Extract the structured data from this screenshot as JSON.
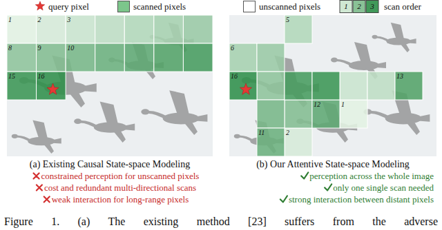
{
  "diagram": {
    "caption": "Figure 1. (a) The existing method [23] suffers from the adverse",
    "labels": [
      "1",
      "2",
      "3",
      "1",
      "2",
      "3",
      "8",
      "9",
      "10",
      "15",
      "16",
      "5",
      "6",
      "16",
      "13",
      "12",
      "1",
      "11",
      "2",
      "(a) Existing Causal State-space Modeling",
      "(b) Our Attentive State-space Modeling",
      "constrained perception for unscanned pixels",
      "cost and redundant multi-directional scans",
      "weak interaction for long-range pixels",
      "perception across the whole image",
      "only one single scan needed",
      "strong interaction between distant pixels"
    ],
    "legend": [
      {
        "text": "query pixel"
      },
      {
        "text": "scanned pixels",
        "color": "#7cc68b"
      },
      {
        "text": "unscanned pixels",
        "color": "#ffffff"
      },
      {
        "text": "scan order"
      }
    ]
  }
}
